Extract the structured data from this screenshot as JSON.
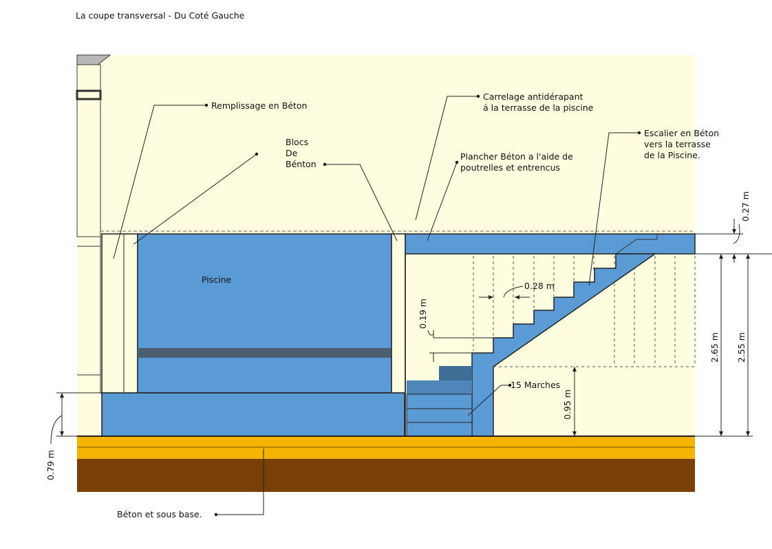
{
  "title": "La coupe transversal - Du Coté Gauche",
  "colors": {
    "background": "#fffde0",
    "pool_blue": "#5b9bd5",
    "dark_band": "#4d5f6e",
    "gravel_orange": "#f5b400",
    "soil_brown": "#7a3f06",
    "wall_cream": "#fffde0"
  },
  "labels": {
    "pool": "Piscine",
    "remplissage": "Remplissage en Béton",
    "blocs": [
      "Blocs",
      "De",
      "Bénton"
    ],
    "carrelage": [
      "Carrelage antidérapant",
      "á la terrasse de la piscine"
    ],
    "plancher": [
      "Plancher Béton a l'aide de",
      "poutrelles et entrencus"
    ],
    "escalier": [
      "Escalier en Béton",
      "vers la terrasse",
      "de la Piscine."
    ],
    "marches": "15 Marches",
    "base": "Béton et sous base."
  },
  "dimensions": {
    "tread": "0.28 m",
    "riser": "0.19 m",
    "slab": "0.27 m",
    "height_lower": "2.65 m",
    "height_total": "2.55 m",
    "landing": "0.95 m",
    "pool_floor": "0.79 m"
  }
}
